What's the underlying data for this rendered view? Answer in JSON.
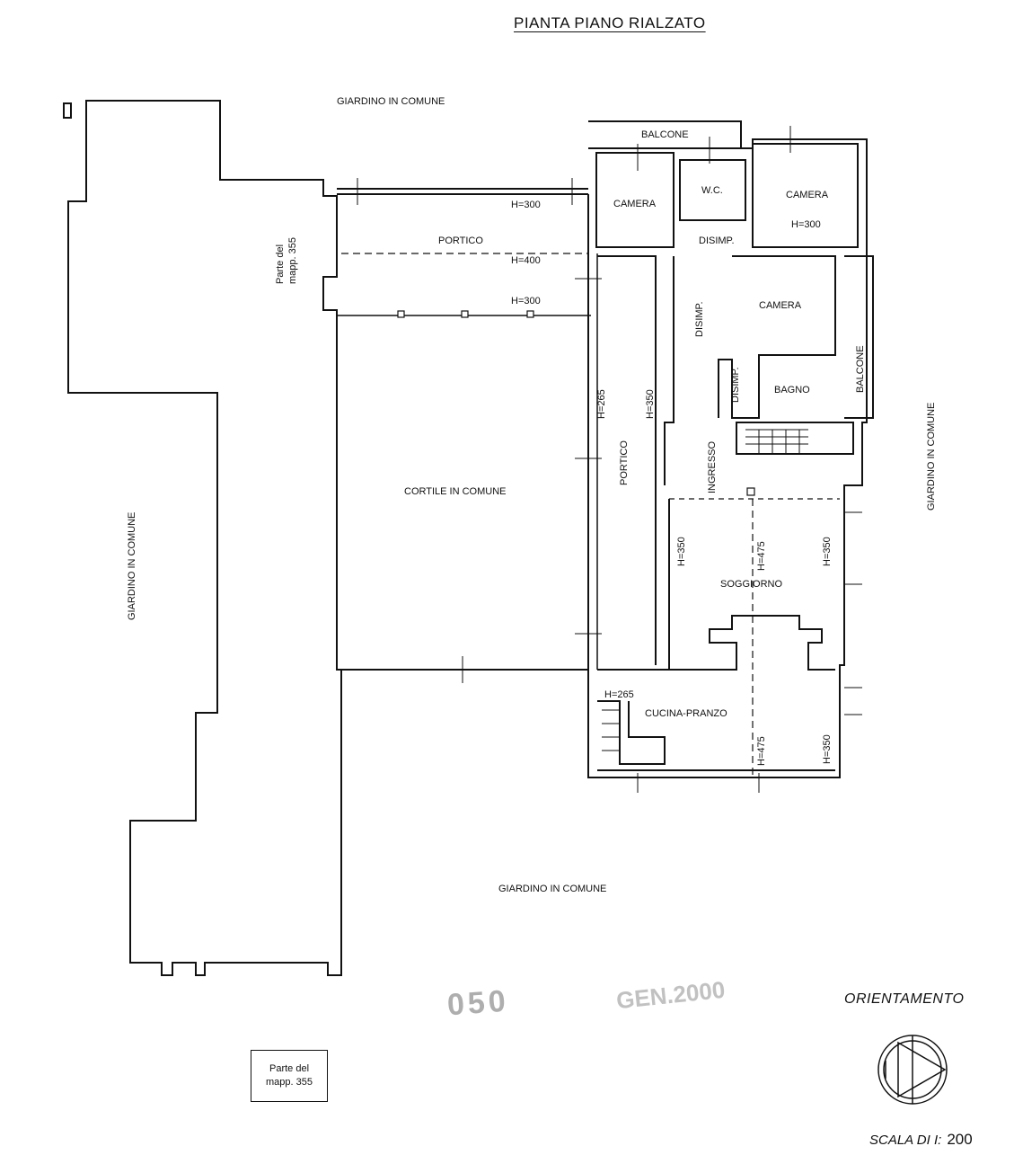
{
  "title": "PIANTA PIANO RIALZATO",
  "labels": {
    "giardino_top": "GIARDINO IN COMUNE",
    "giardino_left": "GIARDINO IN COMUNE",
    "giardino_right": "GIARDINO IN COMUNE",
    "giardino_bottom": "GIARDINO IN COMUNE",
    "parte_mapp_line1": "Parte del",
    "parte_mapp_line2": "mapp. 355",
    "portico_top": "PORTICO",
    "portico_right": "PORTICO",
    "cortile": "CORTILE IN COMUNE",
    "balcone_top": "BALCONE",
    "balcone_right": "BALCONE",
    "camera_1": "CAMERA",
    "camera_2": "CAMERA",
    "camera_3": "CAMERA",
    "wc": "W.C.",
    "disimp_1": "DISIMP.",
    "disimp_2": "DISIMP.",
    "disimp_3": "DISIMP.",
    "bagno": "BAGNO",
    "ingresso": "INGRESSO",
    "soggiorno": "SOGGIORNO",
    "cucina": "CUCINA-PRANZO"
  },
  "heights": {
    "h300_a": "H=300",
    "h300_b": "H=300",
    "h300_c": "H=300",
    "h400": "H=400",
    "h265_a": "H=265",
    "h265_b": "H=265",
    "h350_a": "H=350",
    "h350_b": "H=350",
    "h350_c": "H=350",
    "h350_d": "H=350",
    "h475_a": "H=475",
    "h475_b": "H=475"
  },
  "legend_box": {
    "line1": "Parte del",
    "line2": "mapp. 355"
  },
  "stamp": {
    "number": "050",
    "date": "GEN.2000"
  },
  "orientamento": "ORIENTAMENTO",
  "scale": {
    "label": "SCALA DI I:",
    "value": "200"
  }
}
